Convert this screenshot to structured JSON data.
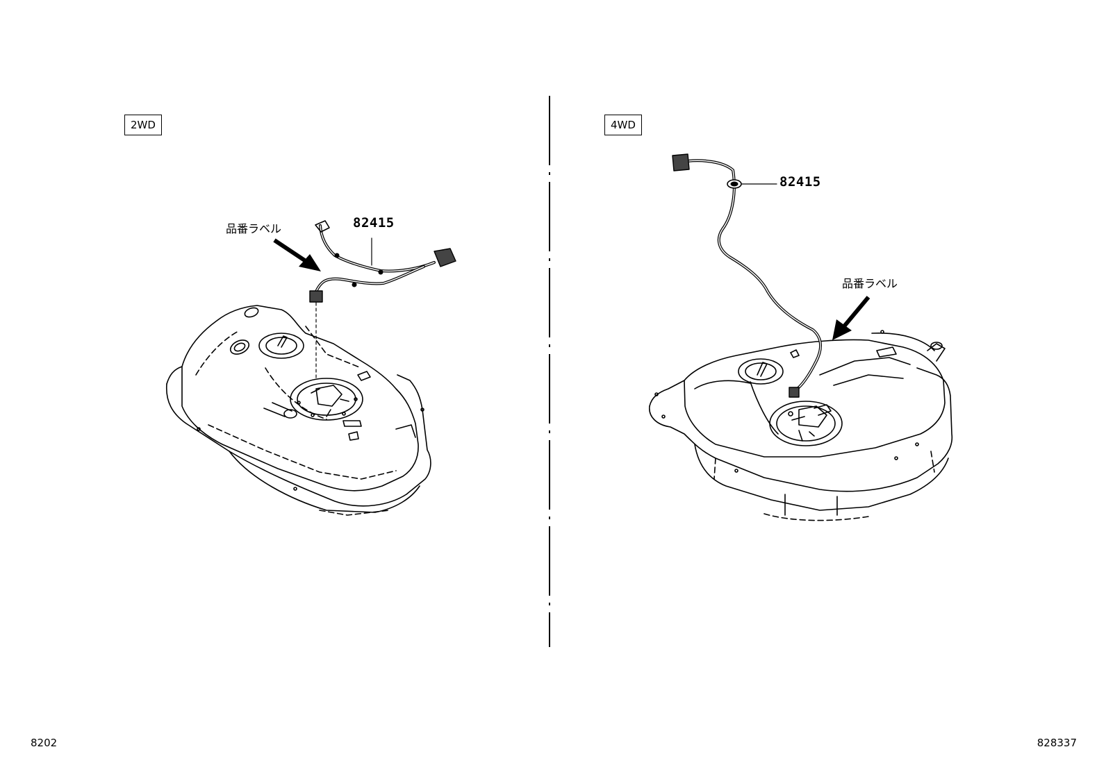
{
  "left_panel": {
    "variant_label": "2WD",
    "part_number": "82415",
    "label_callout": "品番ラベル"
  },
  "right_panel": {
    "variant_label": "4WD",
    "part_number": "82415",
    "label_callout": "品番ラベル"
  },
  "footer": {
    "left_code": "8202",
    "right_code": "828337"
  }
}
